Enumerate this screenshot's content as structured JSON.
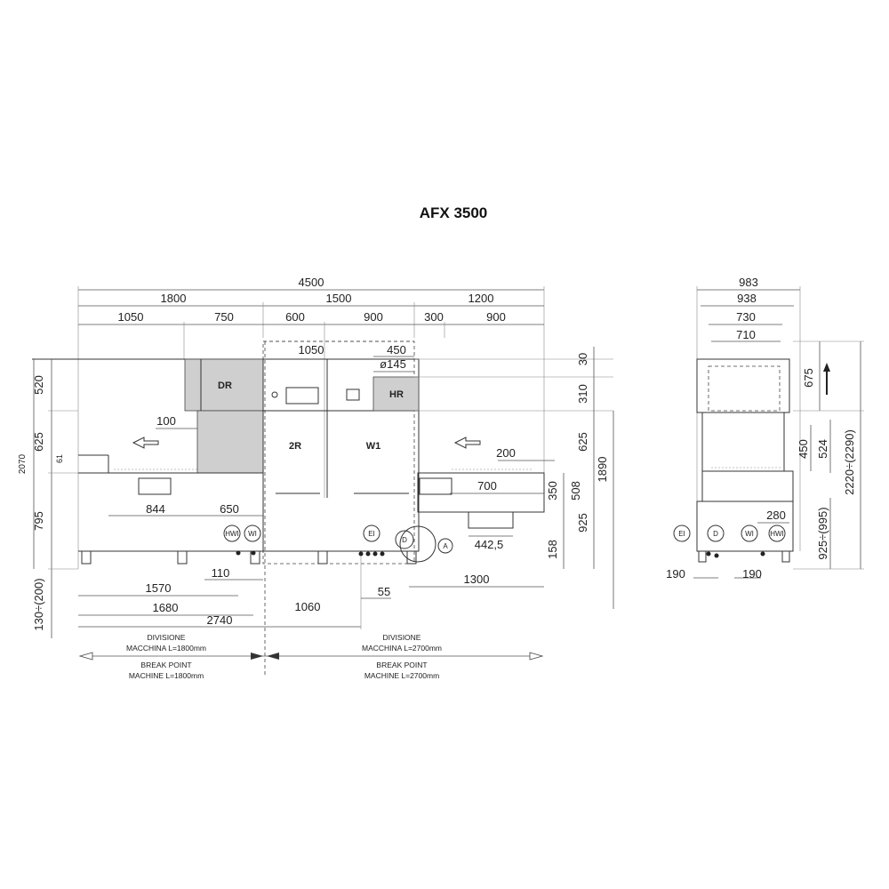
{
  "title": "AFX 3500",
  "front_view": {
    "overall": {
      "total": "4500",
      "sec_a": "1800",
      "sec_b": "1500",
      "sec_c": "1200"
    },
    "top_row": {
      "d1": "1050",
      "d2": "750",
      "d3": "600",
      "d4": "900",
      "d5": "300",
      "d6": "900"
    },
    "upper": {
      "w1050": "1050",
      "w450": "450",
      "dia": "ø145"
    },
    "zones": {
      "dr": "DR",
      "r2": "2R",
      "w1": "W1",
      "hr": "HR"
    },
    "left_vertical": {
      "v520": "520",
      "v625": "625",
      "v61": "61",
      "v795": "795",
      "v2070": "2070",
      "v130": "130÷(200)"
    },
    "right_vertical": {
      "v30": "30",
      "v310": "310",
      "v625": "625",
      "v1890": "1890",
      "v350": "350",
      "v508": "508",
      "v925": "925",
      "v158": "158"
    },
    "inner": {
      "d100": "100",
      "d844": "844",
      "d650": "650",
      "d200": "200",
      "d700": "700",
      "d4425": "442,5"
    },
    "bottom": {
      "d110": "110",
      "d1570": "1570",
      "d1680": "1680",
      "d2740": "2740",
      "d1060": "1060",
      "d55": "55",
      "d1300": "1300"
    },
    "connections": {
      "hwi": "HWI",
      "wi": "WI",
      "ei": "EI",
      "d": "D",
      "a": "A"
    },
    "break_left": {
      "l1": "DIVISIONE",
      "l2": "MACCHINA L=1800mm",
      "l3": "BREAK POINT",
      "l4": "MACHINE L=1800mm"
    },
    "break_right": {
      "l1": "DIVISIONE",
      "l2": "MACCHINA L=2700mm",
      "l3": "BREAK POINT",
      "l4": "MACHINE L=2700mm"
    }
  },
  "side_view": {
    "widths": {
      "w983": "983",
      "w938": "938",
      "w730": "730",
      "w710": "710",
      "w280": "280"
    },
    "heights": {
      "h675": "675",
      "h450": "450",
      "h524": "524",
      "h2220": "2220÷(2290)",
      "h925": "925÷(995)"
    },
    "connections": {
      "ei": "EI",
      "d": "D",
      "wi": "WI",
      "hwi": "HWI"
    },
    "bottom": {
      "d190a": "190",
      "d190b": "190"
    }
  }
}
